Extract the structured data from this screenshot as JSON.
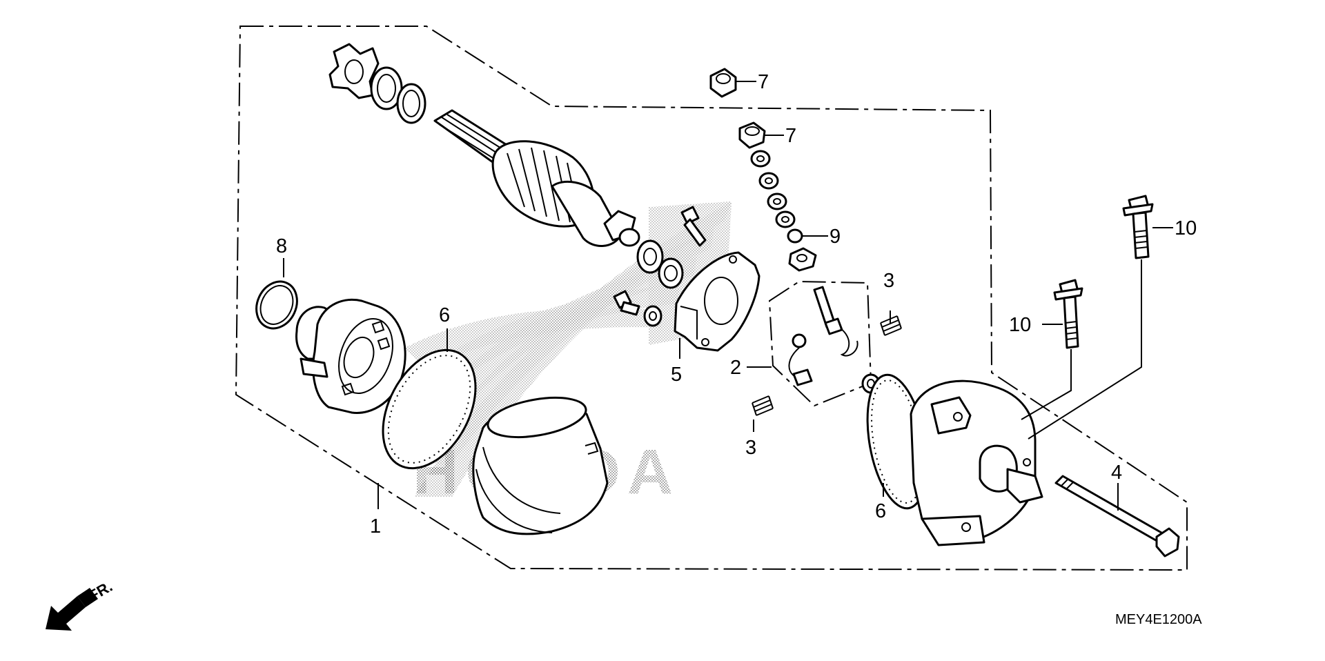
{
  "diagram": {
    "drawing_code": "MEY4E1200A",
    "watermark_text": "HONDA",
    "front_indicator": "FR.",
    "callouts": [
      {
        "id": "c1",
        "label": "1"
      },
      {
        "id": "c2",
        "label": "2"
      },
      {
        "id": "c3a",
        "label": "3"
      },
      {
        "id": "c3b",
        "label": "3"
      },
      {
        "id": "c4",
        "label": "4"
      },
      {
        "id": "c5",
        "label": "5"
      },
      {
        "id": "c6a",
        "label": "6"
      },
      {
        "id": "c6b",
        "label": "6"
      },
      {
        "id": "c7a",
        "label": "7"
      },
      {
        "id": "c7b",
        "label": "7"
      },
      {
        "id": "c8",
        "label": "8"
      },
      {
        "id": "c9",
        "label": "9"
      },
      {
        "id": "c10a",
        "label": "10"
      },
      {
        "id": "c10b",
        "label": "10"
      }
    ]
  }
}
